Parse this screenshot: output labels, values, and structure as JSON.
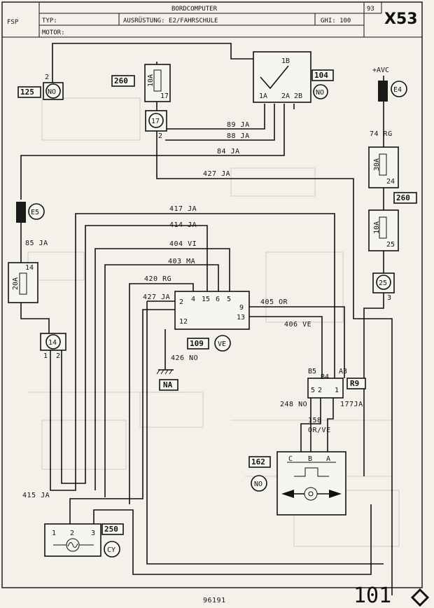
{
  "header": {
    "fsp": "FSP",
    "typ_label": "TYP:",
    "motor_label": "MOTOR:",
    "title": "BORDCOMPUTER",
    "equipment": "AUSRÜSTUNG: E2/FAHRSCHULE",
    "ghi": "GHI: 100",
    "section": "93",
    "code": "X53"
  },
  "footer": {
    "doc_number": "96191",
    "page_number": "101"
  },
  "components": {
    "c125": "125",
    "c125_conn": "NO",
    "c125_pin": "2",
    "c260a": "260",
    "fuse10a_top": "10A",
    "fuse10a_top_pin": "17",
    "conn17": "17",
    "conn17_pin": "2",
    "c104": "104",
    "c104_conn": "NO",
    "c104_pins": [
      "1B",
      "1A",
      "2A",
      "2B"
    ],
    "avc": "+AVC",
    "e4": "E4",
    "e5": "E5",
    "fuse20a": "20A",
    "fuse20a_pin": "14",
    "conn14": "14",
    "conn14_pins": [
      "1",
      "2"
    ],
    "fuse30a": "30A",
    "fuse30a_pin": "24",
    "c260b": "260",
    "fuse10a_b": "10A",
    "fuse10a_b_pin": "25",
    "conn25": "25",
    "conn25_pin": "3",
    "c109": "109",
    "c109_conn": "VE",
    "ecu_pins": [
      "2",
      "4",
      "15",
      "6",
      "5",
      "12",
      "9",
      "13"
    ],
    "na": "NA",
    "r9": "R9",
    "r9_pins": [
      "B5",
      "B4",
      "A3",
      "5",
      "2",
      "1"
    ],
    "c162": "162",
    "c162_conn": "NO",
    "sensor_pins": [
      "C",
      "B",
      "A"
    ],
    "c250": "250",
    "c250_conn": "CY",
    "c250_pins": [
      "1",
      "2",
      "3"
    ]
  },
  "wires": {
    "w89": "89 JA",
    "w88": "88 JA",
    "w84": "84 JA",
    "w74": "74 RG",
    "w427top": "427 JA",
    "w85": "85 JA",
    "w417": "417 JA",
    "w414": "414 JA",
    "w404": "404 VI",
    "w403": "403 MA",
    "w420": "420 RG",
    "w427": "427 JA",
    "w405": "405 OR",
    "w406": "406 VE",
    "w426": "426 NO",
    "w248": "248 NO",
    "w177": "177JA",
    "w158a": "158",
    "w158b": "OR/VE",
    "w415": "415 JA"
  },
  "colors": {
    "paper": "#f4f1ea",
    "ink": "#111111",
    "ghost": "#c9c4b8"
  }
}
